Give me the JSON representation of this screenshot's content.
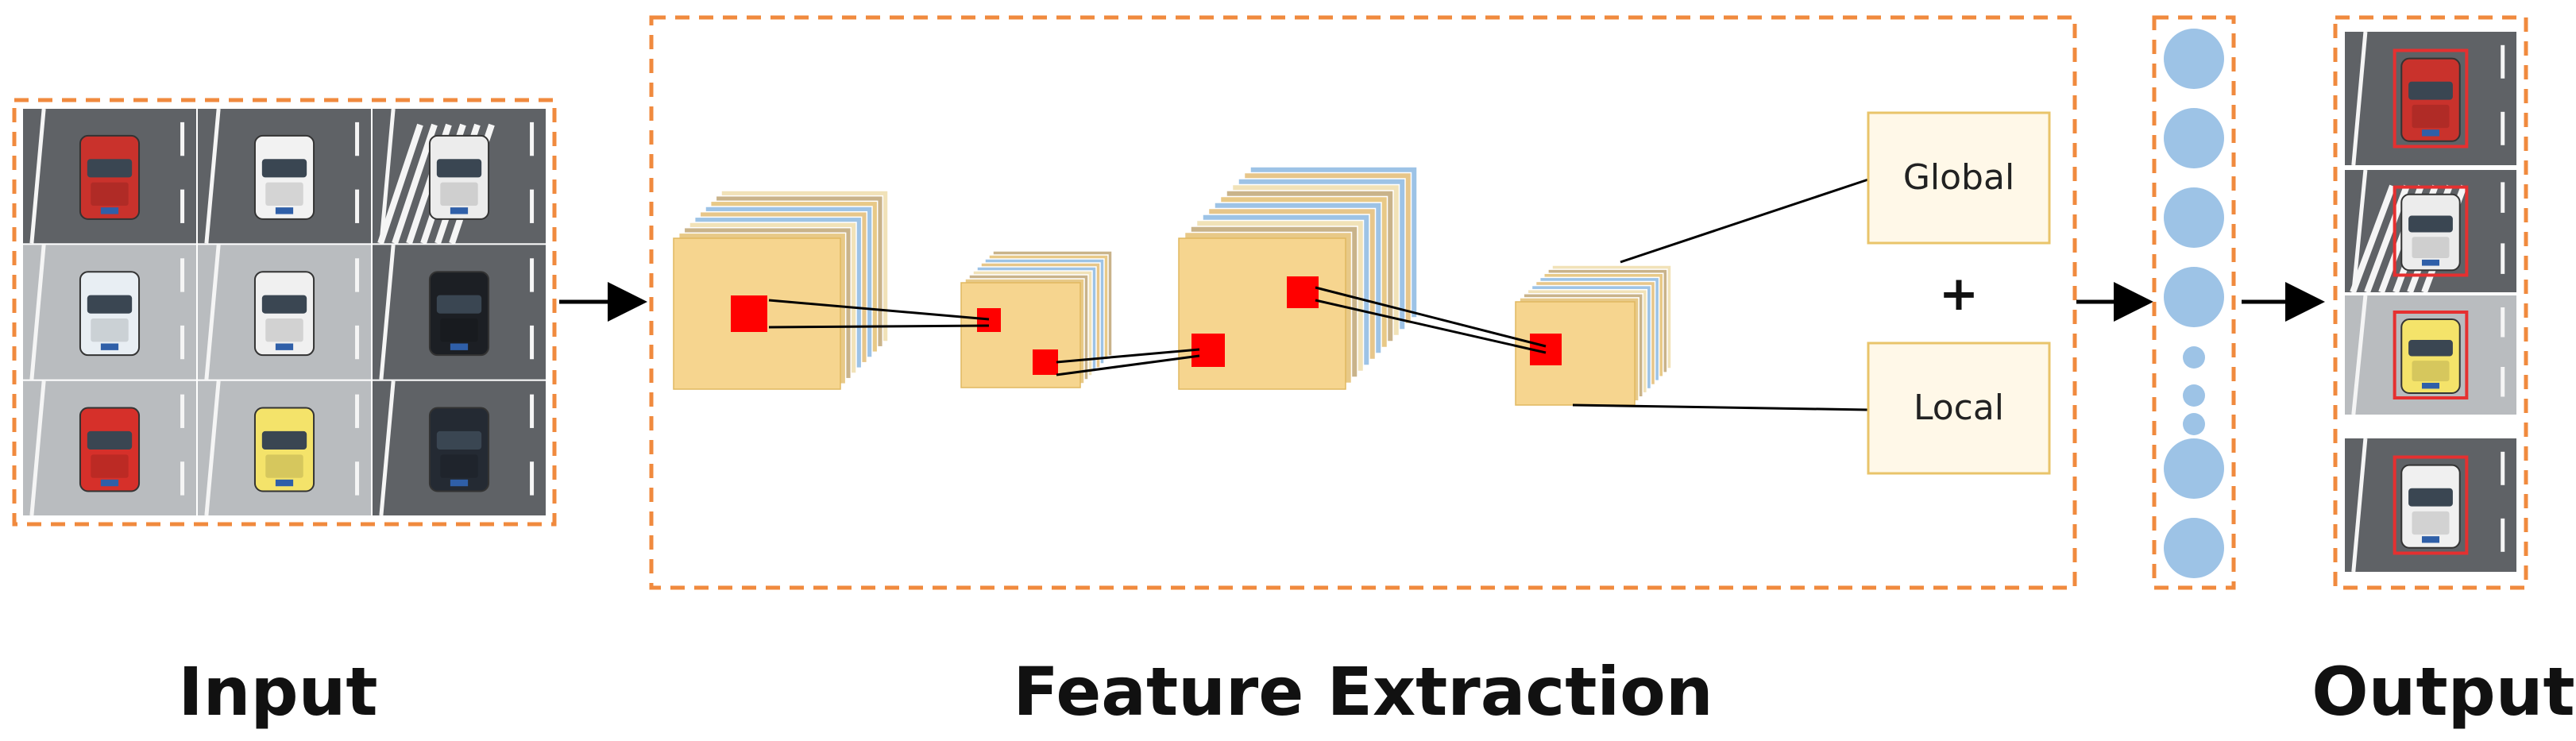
{
  "diagram": {
    "captions": {
      "input": "Input",
      "feature_extraction": "Feature Extraction",
      "output": "Output"
    },
    "feature_boxes": {
      "global": "Global",
      "plus": "+",
      "local": "Local"
    },
    "colors": {
      "dashed_border": "#f08a3e",
      "cube_front": "#f6d58f",
      "cube_layer_blue": "#9dc3e6",
      "cube_layer_tan": "#e8c987",
      "marker": "#ff0000",
      "node": "#9dc3e6",
      "label_box_fill": "#fff8e8",
      "label_box_border": "#e9c46a",
      "detection_box": "#e53030"
    },
    "input_grid": {
      "rows": 3,
      "cols": 3,
      "cells": [
        {
          "vehicle": "red-truck",
          "road": "asphalt"
        },
        {
          "vehicle": "white-suv",
          "road": "asphalt"
        },
        {
          "vehicle": "white-truck",
          "road": "striped"
        },
        {
          "vehicle": "white-van",
          "road": "light"
        },
        {
          "vehicle": "white-sedan",
          "road": "light"
        },
        {
          "vehicle": "black-suv",
          "road": "asphalt"
        },
        {
          "vehicle": "red-hatchback",
          "road": "light"
        },
        {
          "vehicle": "yellow-car",
          "road": "light"
        },
        {
          "vehicle": "dark-sedan",
          "road": "asphalt"
        }
      ]
    },
    "output_panels": [
      {
        "vehicle": "red-truck"
      },
      {
        "vehicle": "white-truck"
      },
      {
        "vehicle": "yellow-car"
      },
      {
        "vehicle": "white-sedan"
      }
    ]
  }
}
